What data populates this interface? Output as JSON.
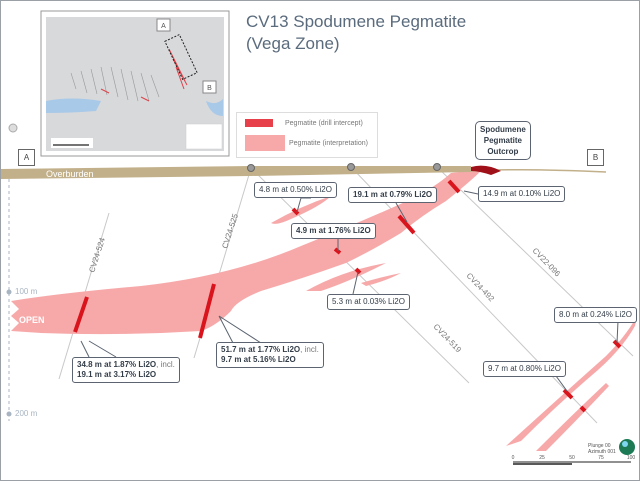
{
  "title": {
    "line1": "CV13 Spodumene Pegmatite",
    "line2": "(Vega Zone)"
  },
  "inset_map": {
    "label_a": "A",
    "label_b": "B"
  },
  "legend": {
    "intercept": "Pegmatite (drill intercept)",
    "interpretation": "Pegmatite (interpretation)"
  },
  "section": {
    "end_a": "A",
    "end_b": "B",
    "overburden": "Overburden",
    "open": "OPEN",
    "outcrop": [
      "Spodumene",
      "Pegmatite",
      "Outcrop"
    ]
  },
  "depth_axis": [
    "100 m",
    "200 m"
  ],
  "drillholes": [
    "CV24-524",
    "CV24-525",
    "CV24-519",
    "CV24-492",
    "CV22-096"
  ],
  "intercepts": {
    "i1": "4.8 m at 0.50% Li2O",
    "i2": "19.1 m at 0.79% Li2O",
    "i3": "14.9 m at 0.10% Li2O",
    "i4": "4.9 m at 1.76% Li2O",
    "i5": "5.3 m at 0.03% Li2O",
    "i6a": "34.8 m at 1.87% Li2O",
    "i6b": ", incl.",
    "i6c": "19.1 m at 3.17% Li2O",
    "i7a": "51.7 m at 1.77% Li2O",
    "i7b": ", incl.",
    "i7c": "9.7 m at 5.16% Li2O",
    "i8": "9.7 m at 0.80% Li2O",
    "i9": "8.0 m at 0.24% Li2O"
  },
  "orientation": {
    "plunge": "Plunge 00",
    "azimuth": "Azimuth 001"
  },
  "scale": [
    "0",
    "25",
    "50",
    "75",
    "100"
  ],
  "colors": {
    "intercept": "#d9141c",
    "interpretation": "#f7a9aa",
    "overburden": "#c2b08a",
    "text": "#5a6b7d"
  }
}
